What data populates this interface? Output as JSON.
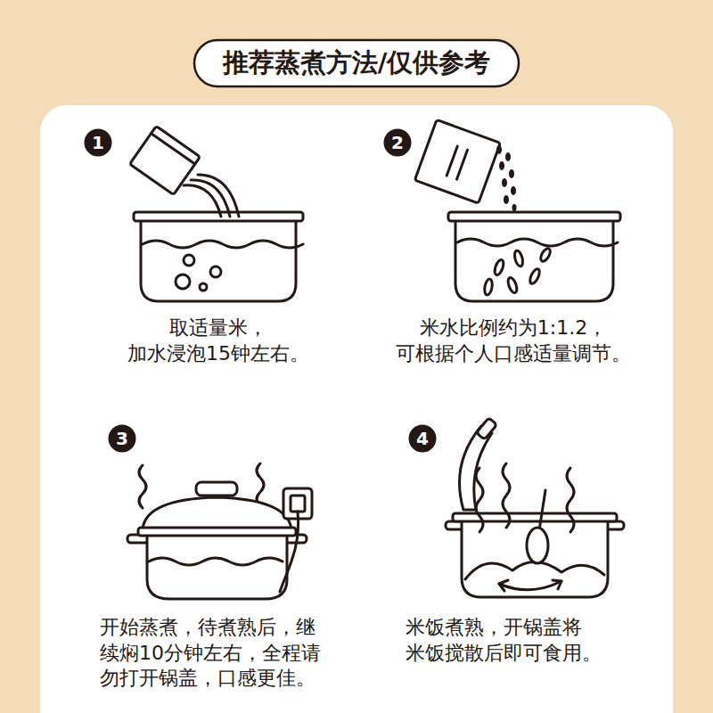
{
  "diagram": {
    "title": "推荐蒸煮方法/仅供参考",
    "nodes": [
      {
        "text": [
          "1"
        ]
      },
      {
        "text": [
          "2"
        ]
      },
      {
        "text": [
          "3"
        ]
      },
      {
        "text": [
          "4"
        ]
      }
    ],
    "labels": [
      "取适量米， 加水浸泡15钟左右。",
      "米水比例约为1:1.2， 可根据个人口感适量调节。",
      "开始蒸煮，待煮熟后，继 续焖10分钟左右，全程请 勿打开锅盖，口感更佳。",
      "米饭煮熟，开锅盖将 米饭搅散后即可食用。"
    ]
  }
}
